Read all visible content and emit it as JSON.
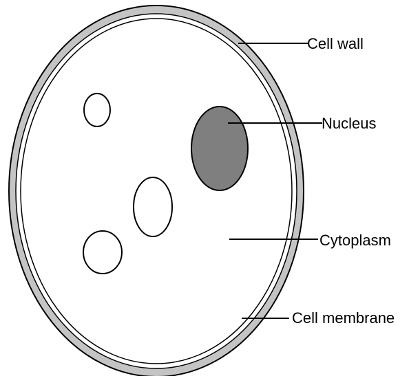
{
  "labels": {
    "cell_wall": "Cell wall",
    "nucleus": "Nucleus",
    "cytoplasm": "Cytoplasm",
    "cell_membrane": "Cell membrane"
  },
  "colors": {
    "cell_wall": "#c4c4c4",
    "nucleus": "#7f7f7f",
    "outline": "#000000",
    "background": "#ffffff"
  }
}
